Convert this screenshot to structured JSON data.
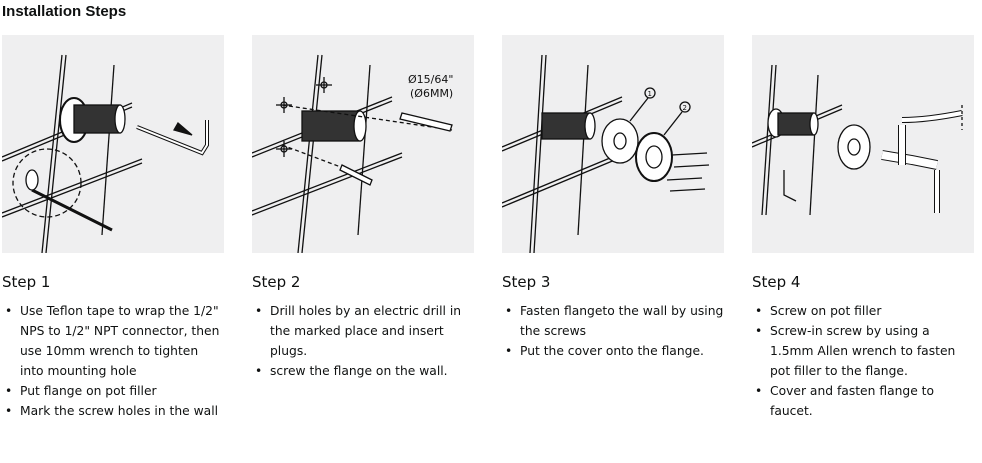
{
  "page_title": "Installation Steps",
  "steps": [
    {
      "title": "Step 1",
      "bullets": [
        "Use Teflon tape to wrap the 1/2\" NPS to 1/2\" NPT connector, then use 10mm wrench to tighten into mounting hole",
        "Put flange on pot filler",
        "Mark the screw holes in the wall"
      ]
    },
    {
      "title": "Step 2",
      "drill_label_1": "Ø15/64\"",
      "drill_label_2": "(Ø6MM)",
      "bullets": [
        "Drill holes by an electric drill in the marked place and insert plugs.",
        "screw the flange on the wall."
      ]
    },
    {
      "title": "Step 3",
      "callout_1": "1",
      "callout_2": "2",
      "bullets": [
        "Fasten flangeto the wall by using the screws",
        "Put the cover onto the flange."
      ]
    },
    {
      "title": "Step 4",
      "bullets": [
        "Screw on pot filler",
        "Screw-in screw by using a 1.5mm Allen wrench to fasten pot filler to the flange.",
        "Cover and fasten flange to faucet."
      ]
    }
  ]
}
